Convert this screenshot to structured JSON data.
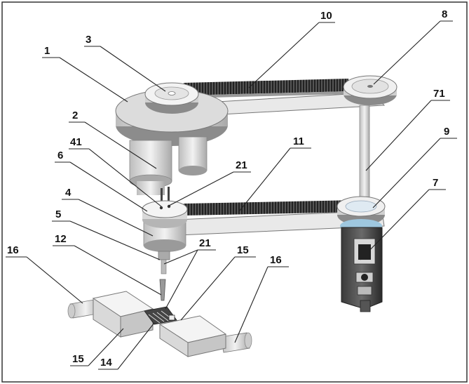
{
  "callouts": [
    {
      "id": "c1",
      "text": "1"
    },
    {
      "id": "c3",
      "text": "3"
    },
    {
      "id": "c10",
      "text": "10"
    },
    {
      "id": "c8",
      "text": "8"
    },
    {
      "id": "c71",
      "text": "71"
    },
    {
      "id": "c2",
      "text": "2"
    },
    {
      "id": "c41",
      "text": "41"
    },
    {
      "id": "c6",
      "text": "6"
    },
    {
      "id": "c21a",
      "text": "21"
    },
    {
      "id": "c11",
      "text": "11"
    },
    {
      "id": "c9",
      "text": "9"
    },
    {
      "id": "c7",
      "text": "7"
    },
    {
      "id": "c4",
      "text": "4"
    },
    {
      "id": "c5",
      "text": "5"
    },
    {
      "id": "c12",
      "text": "12"
    },
    {
      "id": "c16a",
      "text": "16"
    },
    {
      "id": "c21b",
      "text": "21"
    },
    {
      "id": "c15a",
      "text": "15"
    },
    {
      "id": "c16b",
      "text": "16"
    },
    {
      "id": "c15b",
      "text": "15"
    },
    {
      "id": "c14",
      "text": "14"
    }
  ]
}
